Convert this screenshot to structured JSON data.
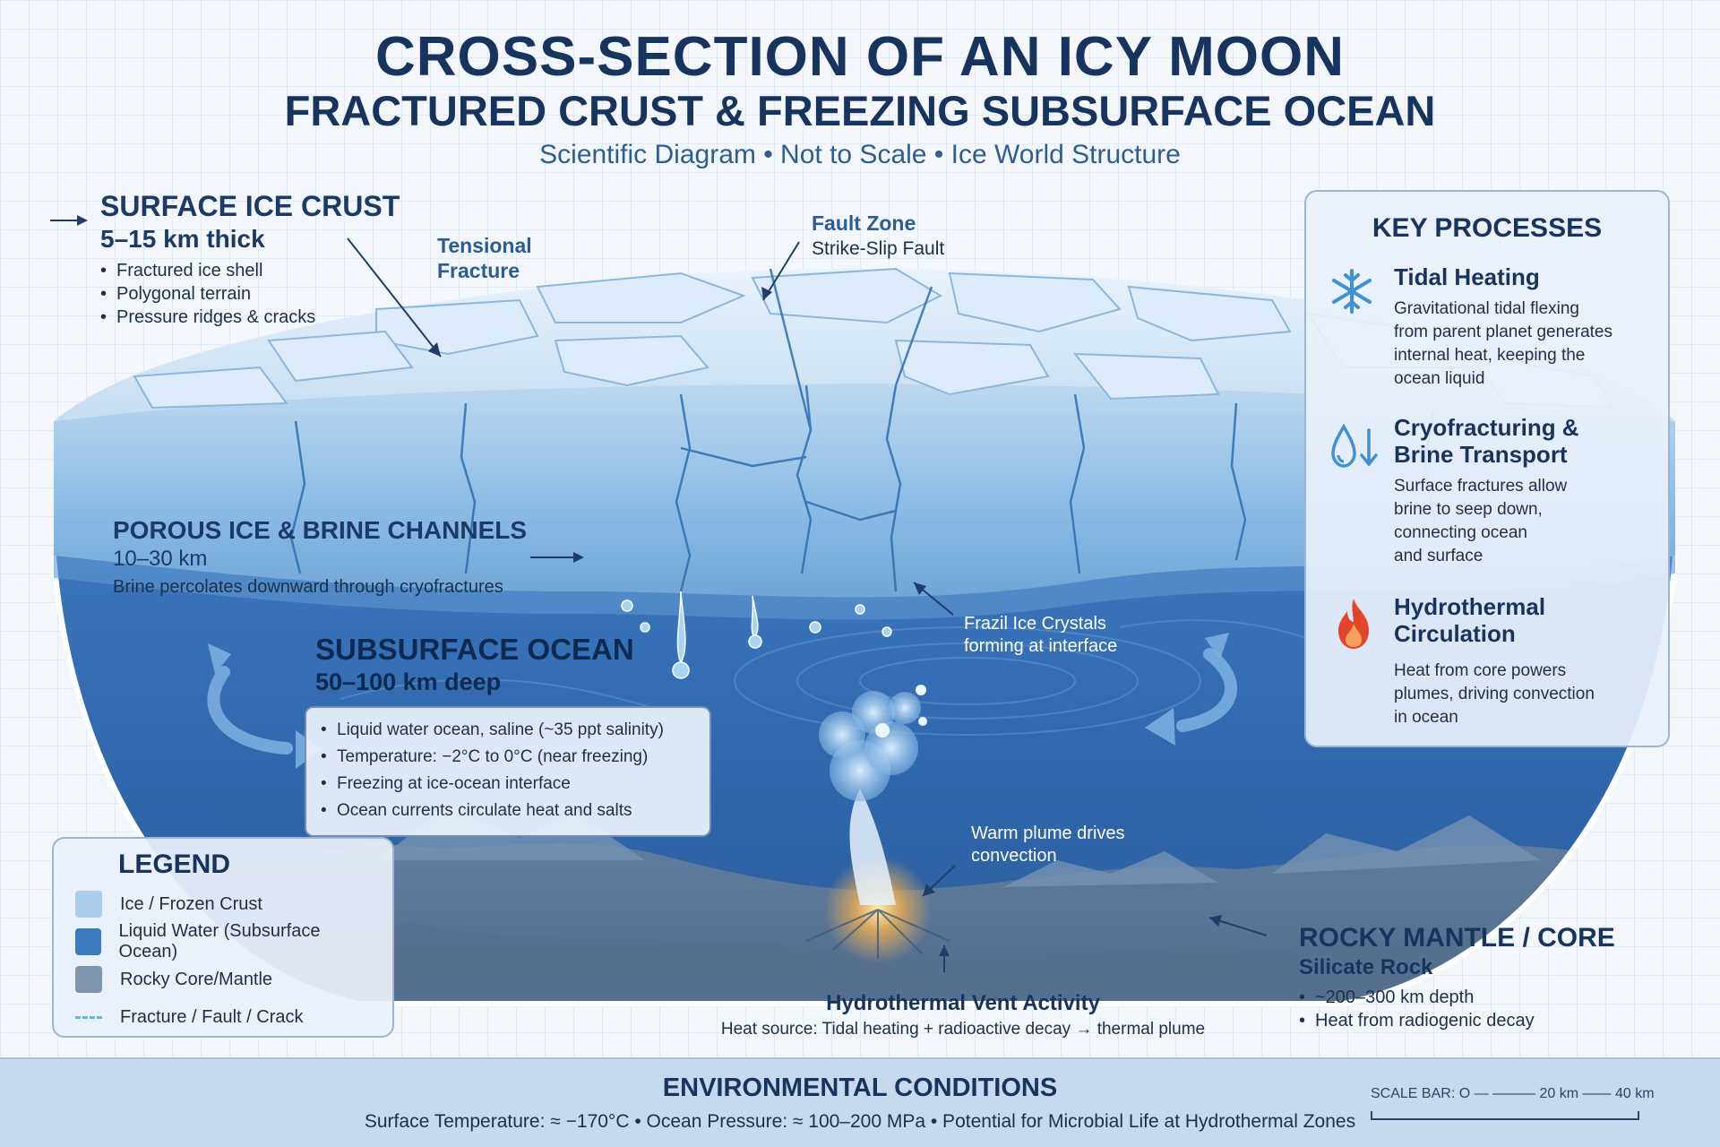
{
  "title": {
    "main": "CROSS-SECTION OF AN ICY MOON",
    "sub": "FRACTURED CRUST & FREEZING SUBSURFACE OCEAN",
    "tagline": "Scientific Diagram • Not to Scale • Ice World Structure"
  },
  "surface_crust": {
    "heading": "SURFACE ICE CRUST",
    "thickness": "5–15 km thick",
    "bullets": [
      "Fractured ice shell",
      "Polygonal terrain",
      "Pressure ridges & cracks"
    ]
  },
  "tensional_fracture": {
    "line1": "Tensional",
    "line2": "Fracture"
  },
  "fault_zone": {
    "heading": "Fault Zone",
    "sub": "Strike-Slip Fault"
  },
  "porous_ice": {
    "heading": "POROUS ICE & BRINE CHANNELS",
    "depth": "10–30 km",
    "text": "Brine percolates downward through cryofractures"
  },
  "frazil": {
    "line1": "Frazil Ice Crystals",
    "line2": "forming at interface"
  },
  "ocean": {
    "heading": "SUBSURFACE OCEAN",
    "depth": "50–100 km deep",
    "bullets": [
      "Liquid water ocean, saline (~35 ppt salinity)",
      "Temperature: −2°C to 0°C (near freezing)",
      "Freezing at ice-ocean interface",
      "Ocean currents circulate heat and salts"
    ]
  },
  "plume": {
    "line1": "Warm plume drives",
    "line2": "convection"
  },
  "vent": {
    "heading": "Hydrothermal Vent Activity",
    "text": "Heat source: Tidal heating + radioactive decay → thermal plume"
  },
  "mantle": {
    "heading": "ROCKY MANTLE / CORE",
    "sub": "Silicate Rock",
    "bullets": [
      "~200–300 km depth",
      "Heat from radiogenic decay"
    ]
  },
  "key_processes": {
    "heading": "KEY PROCESSES",
    "items": [
      {
        "icon": "snowflake-icon",
        "title_lines": [
          "Tidal Heating"
        ],
        "text_lines": [
          "Gravitational tidal flexing",
          "from parent planet generates",
          "internal heat, keeping the",
          "ocean liquid"
        ]
      },
      {
        "icon": "droplet-arrow-icon",
        "title_lines": [
          "Cryofracturing &",
          "Brine Transport"
        ],
        "text_lines": [
          "Surface fractures allow",
          "brine to seep down,",
          "connecting ocean",
          "and surface"
        ]
      },
      {
        "icon": "flame-icon",
        "title_lines": [
          "Hydrothermal",
          "Circulation"
        ],
        "text_lines": [
          "Heat from core powers",
          "plumes, driving convection",
          "in ocean"
        ]
      }
    ]
  },
  "legend": {
    "heading": "LEGEND",
    "items": [
      {
        "label": "Ice / Frozen Crust",
        "color": "#a9cdea"
      },
      {
        "label": "Liquid Water (Subsurface Ocean)",
        "color": "#3d7bbf"
      },
      {
        "label": "Rocky Core/Mantle",
        "color": "#7e95ae"
      },
      {
        "label": "Fracture / Fault / Crack",
        "color": "#59bfe0"
      }
    ]
  },
  "environment": {
    "heading": "ENVIRONMENTAL CONDITIONS",
    "text": "Surface Temperature: ≈ −170°C • Ocean Pressure: ≈ 100–200 MPa • Potential for Microbial Life at Hydrothermal Zones"
  },
  "scale_bar": {
    "label": "SCALE BAR: O — ——— 20 km —— 40 km"
  },
  "colors": {
    "title": "#17345f",
    "ice": "#cfe4f6",
    "ocean": "#2f6bb0",
    "rock": "#6f86a1",
    "fracture": "#2a6fae",
    "flame": "#e2452b"
  }
}
